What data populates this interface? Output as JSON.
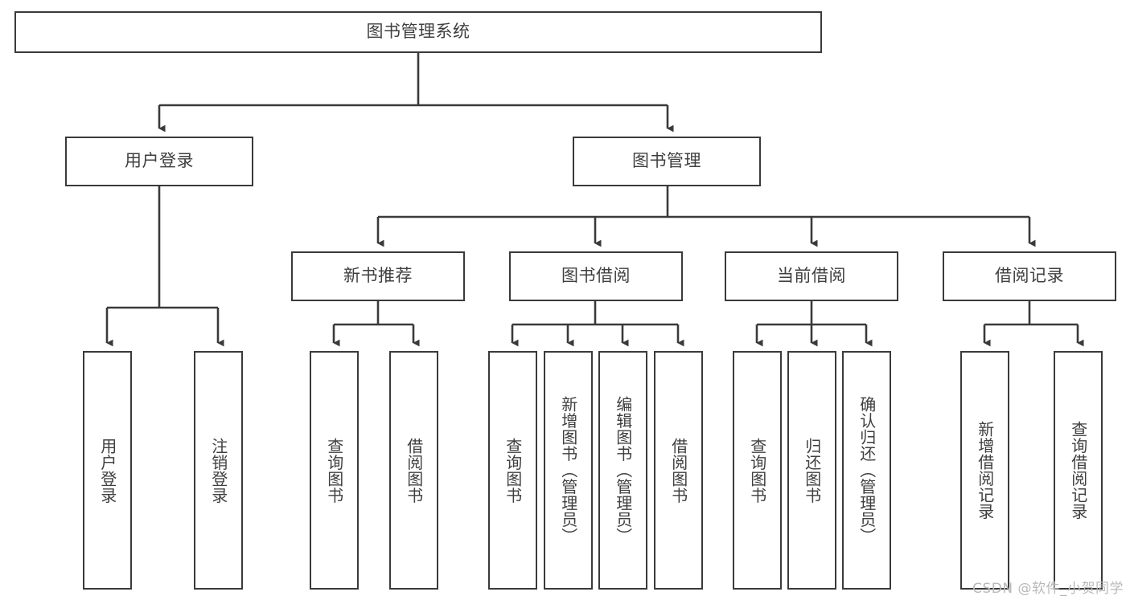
{
  "diagram": {
    "title": "图书管理系统",
    "type": "tree",
    "watermark": "CSDN @软件_小贺同学",
    "colors": {
      "box_border": "#3a3a3a",
      "box_fill": "#ffffff",
      "edge": "#3a3a3a",
      "text": "#3f3f3f",
      "watermark": "#b9b9b9",
      "background": "#ffffff"
    },
    "root": {
      "id": "root",
      "label": "图书管理系统"
    },
    "level2": [
      {
        "id": "user-login",
        "label": "用户登录"
      },
      {
        "id": "book-manage",
        "label": "图书管理"
      }
    ],
    "level3": [
      {
        "id": "new-book-rec",
        "label": "新书推荐",
        "parent": "book-manage"
      },
      {
        "id": "book-borrow",
        "label": "图书借阅",
        "parent": "book-manage"
      },
      {
        "id": "current-borrow",
        "label": "当前借阅",
        "parent": "book-manage"
      },
      {
        "id": "borrow-record",
        "label": "借阅记录",
        "parent": "book-manage"
      }
    ],
    "leaves": [
      {
        "id": "leaf-user-login",
        "label": "用户登录",
        "parent": "user-login"
      },
      {
        "id": "leaf-logout",
        "label": "注销登录",
        "parent": "user-login"
      },
      {
        "id": "leaf-query-book-1",
        "label": "查询图书",
        "parent": "new-book-rec"
      },
      {
        "id": "leaf-borrow-book-1",
        "label": "借阅图书",
        "parent": "new-book-rec"
      },
      {
        "id": "leaf-query-book-2",
        "label": "查询图书",
        "parent": "book-borrow"
      },
      {
        "id": "leaf-add-book",
        "label": "新增图书（管理员）",
        "parent": "book-borrow"
      },
      {
        "id": "leaf-edit-book",
        "label": "编辑图书（管理员）",
        "parent": "book-borrow"
      },
      {
        "id": "leaf-borrow-book-2",
        "label": "借阅图书",
        "parent": "book-borrow"
      },
      {
        "id": "leaf-query-book-3",
        "label": "查询图书",
        "parent": "current-borrow"
      },
      {
        "id": "leaf-return-book",
        "label": "归还图书",
        "parent": "current-borrow"
      },
      {
        "id": "leaf-confirm-return",
        "label": "确认归还（管理员）",
        "parent": "current-borrow"
      },
      {
        "id": "leaf-add-record",
        "label": "新增借阅记录",
        "parent": "borrow-record"
      },
      {
        "id": "leaf-query-record",
        "label": "查询借阅记录",
        "parent": "borrow-record"
      }
    ]
  }
}
